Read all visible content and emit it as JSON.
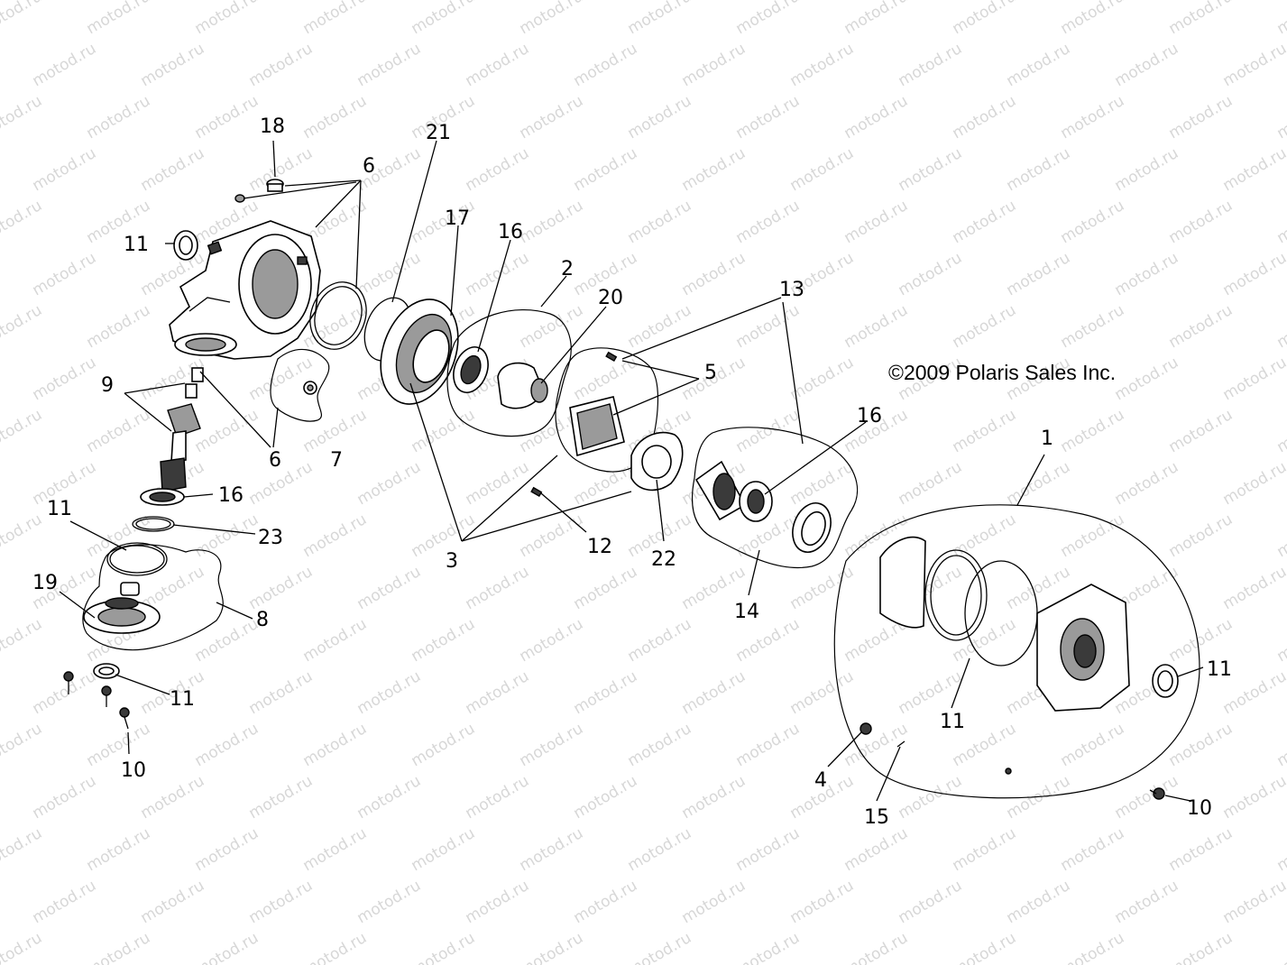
{
  "watermark": "motod.ru",
  "copyright": "©2009 Polaris Sales Inc.",
  "callouts": [
    {
      "id": "c18",
      "text": "18"
    },
    {
      "id": "c6a",
      "text": "6"
    },
    {
      "id": "c21",
      "text": "21"
    },
    {
      "id": "c11a",
      "text": "11"
    },
    {
      "id": "c17",
      "text": "17"
    },
    {
      "id": "c16a",
      "text": "16"
    },
    {
      "id": "c2",
      "text": "2"
    },
    {
      "id": "c20",
      "text": "20"
    },
    {
      "id": "c13",
      "text": "13"
    },
    {
      "id": "c5",
      "text": "5"
    },
    {
      "id": "c9",
      "text": "9"
    },
    {
      "id": "c6b",
      "text": "6"
    },
    {
      "id": "c7",
      "text": "7"
    },
    {
      "id": "c16b",
      "text": "16"
    },
    {
      "id": "c16c",
      "text": "16"
    },
    {
      "id": "c1",
      "text": "1"
    },
    {
      "id": "c11b",
      "text": "11"
    },
    {
      "id": "c23",
      "text": "23"
    },
    {
      "id": "c19",
      "text": "19"
    },
    {
      "id": "c8",
      "text": "8"
    },
    {
      "id": "c3",
      "text": "3"
    },
    {
      "id": "c12",
      "text": "12"
    },
    {
      "id": "c22",
      "text": "22"
    },
    {
      "id": "c14",
      "text": "14"
    },
    {
      "id": "c11c",
      "text": "11"
    },
    {
      "id": "c11d",
      "text": "11"
    },
    {
      "id": "c11e",
      "text": "11"
    },
    {
      "id": "c10a",
      "text": "10"
    },
    {
      "id": "c4",
      "text": "4"
    },
    {
      "id": "c15",
      "text": "15"
    },
    {
      "id": "c10b",
      "text": "10"
    }
  ]
}
